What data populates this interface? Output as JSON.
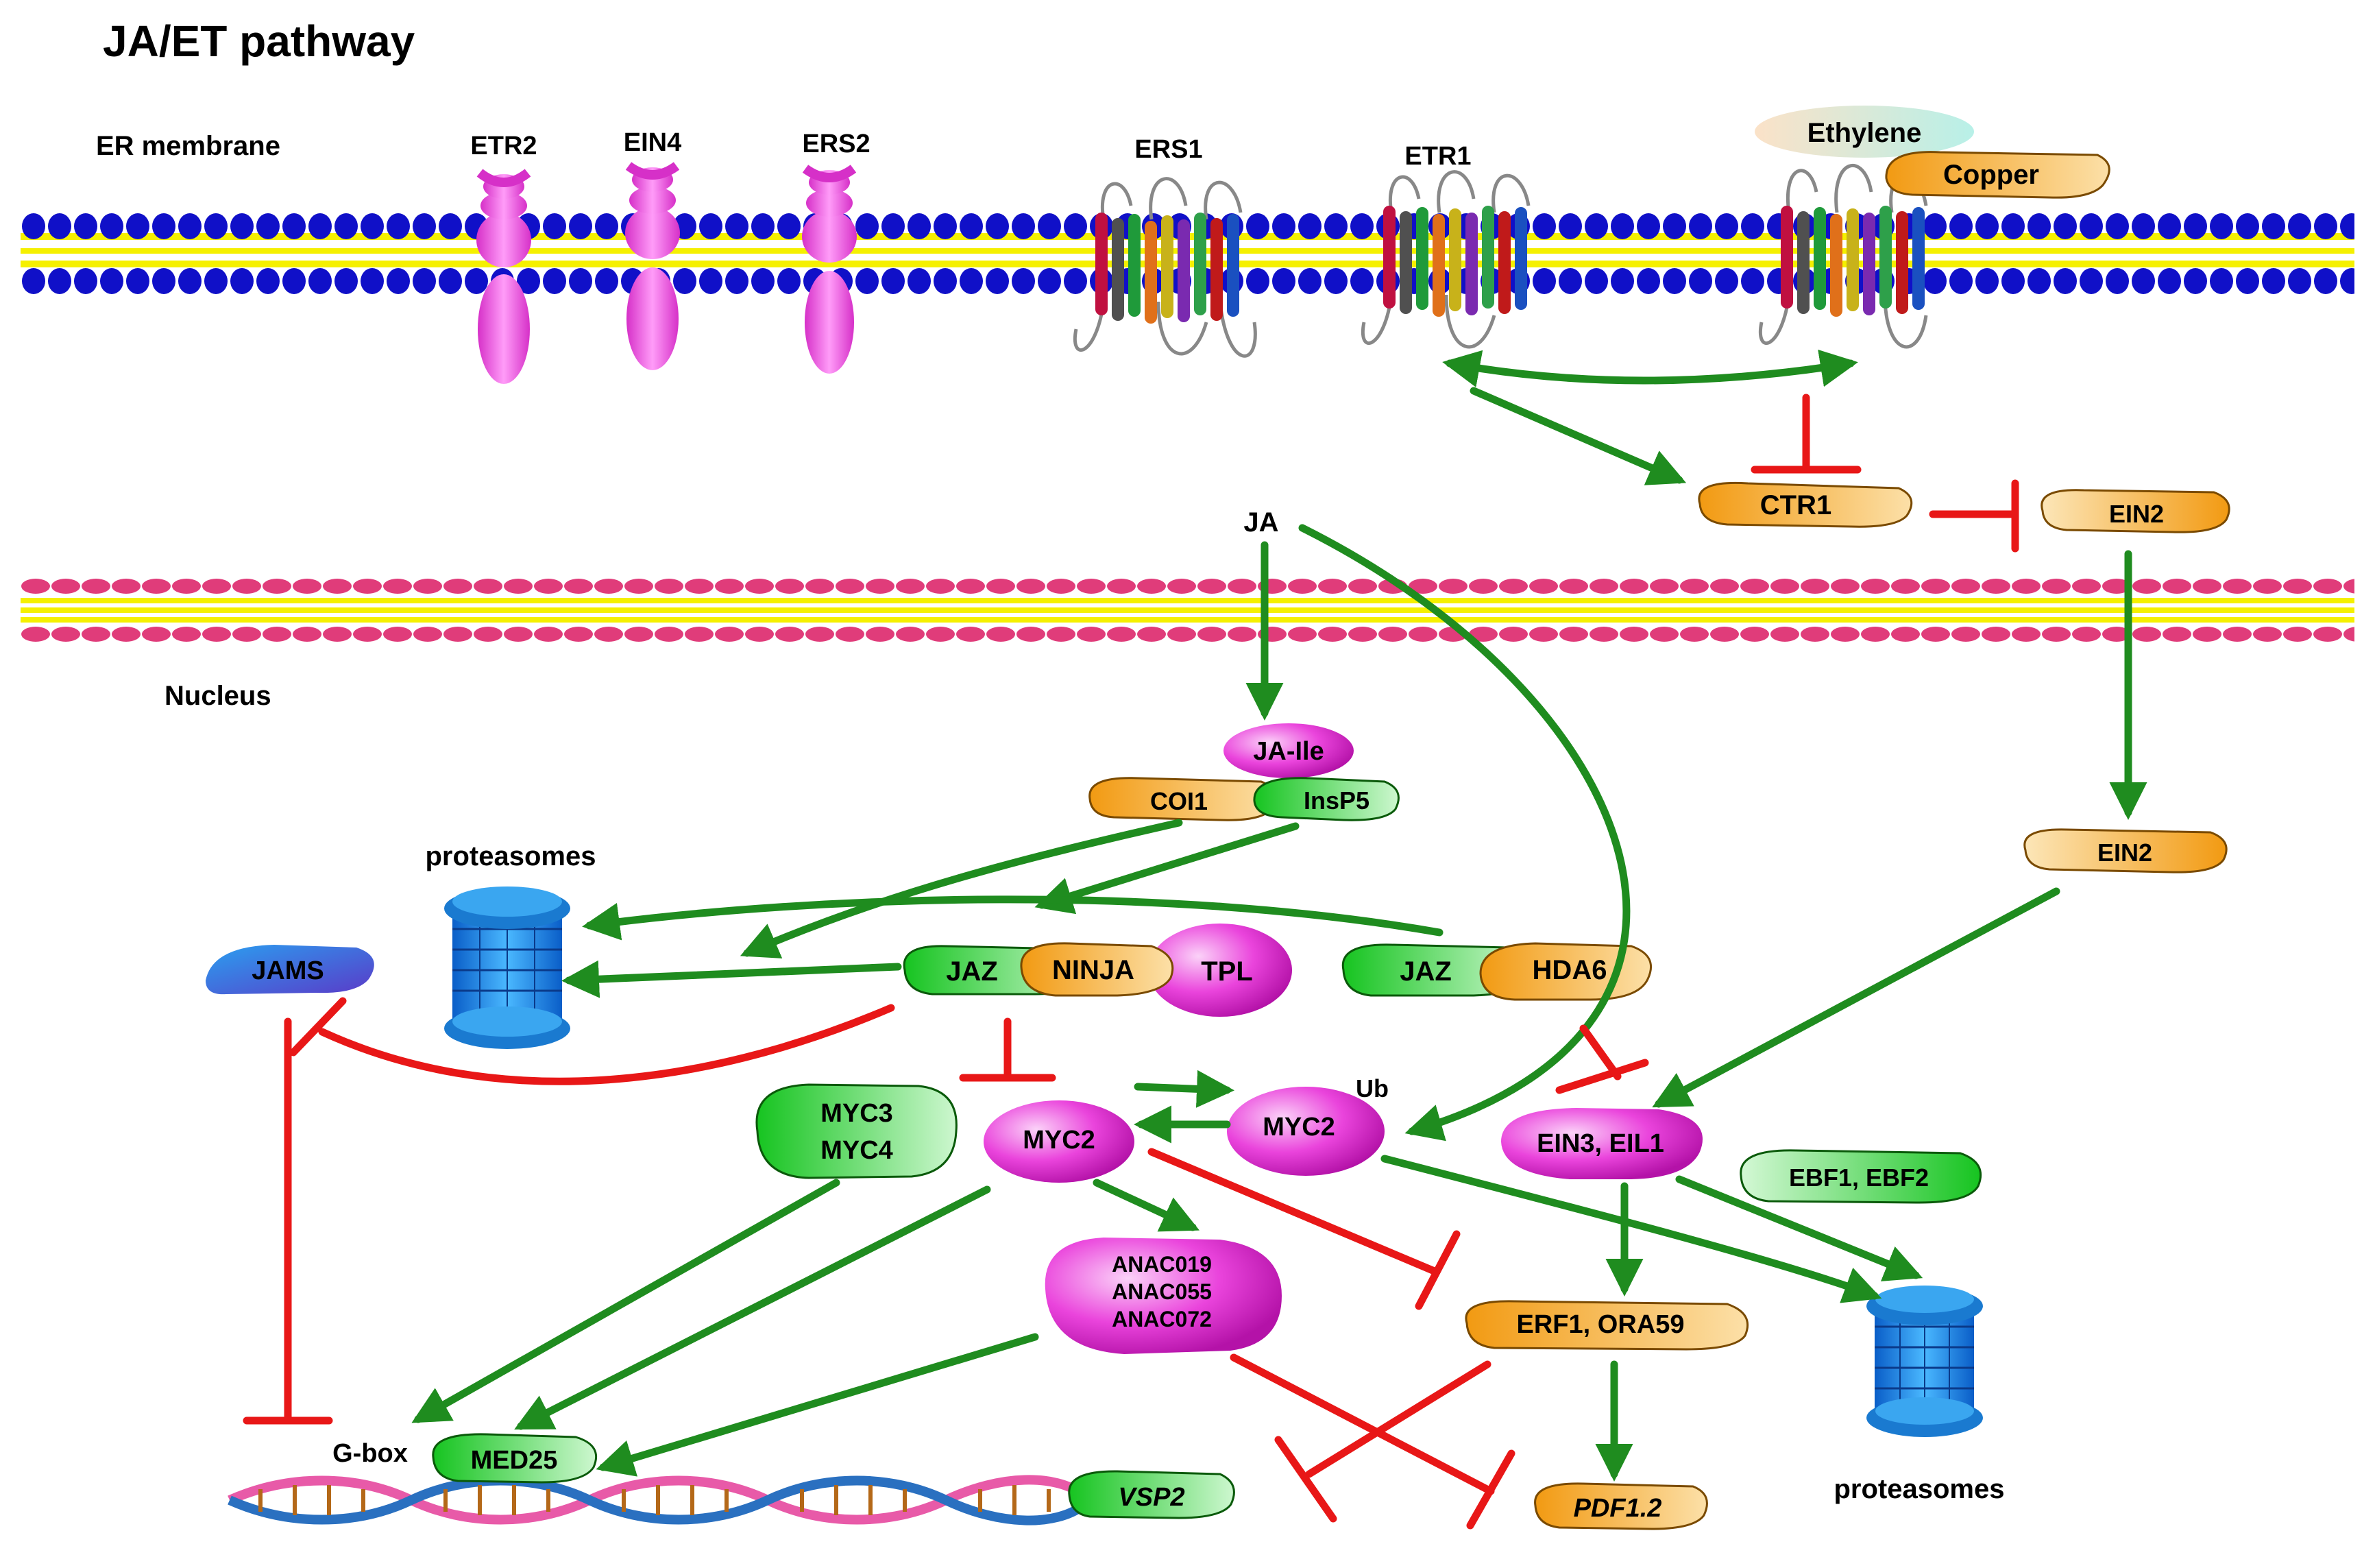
{
  "title": "JA/ET pathway",
  "regions": {
    "er_membrane": "ER membrane",
    "nucleus": "Nucleus"
  },
  "receptors": {
    "etr2": "ETR2",
    "ein4": "EIN4",
    "ers2": "ERS2",
    "ers1": "ERS1",
    "etr1": "ETR1"
  },
  "ligands": {
    "ethylene": "Ethylene",
    "copper": "Copper"
  },
  "nodes": {
    "ctr1": "CTR1",
    "ein2_top": "EIN2",
    "ein2_bottom": "EIN2",
    "ja": "JA",
    "ja_ile": "JA-Ile",
    "coi1": "COI1",
    "insp5": "InsP5",
    "proteasomes_top": "proteasomes",
    "proteasomes_bottom": "proteasomes",
    "jams": "JAMS",
    "jaz_1": "JAZ",
    "ninja": "NINJA",
    "tpl": "TPL",
    "jaz_2": "JAZ",
    "hda6": "HDA6",
    "myc3": "MYC3",
    "myc4": "MYC4",
    "myc2_left": "MYC2",
    "myc2_right": "MYC2",
    "ub": "Ub",
    "ein3_eil1": "EIN3, EIL1",
    "ebf1_ebf2": "EBF1, EBF2",
    "anac019": "ANAC019",
    "anac055": "ANAC055",
    "anac072": "ANAC072",
    "erf1_ora59": "ERF1, ORA59",
    "g_box": "G-box",
    "med25": "MED25",
    "vsp2": "VSP2",
    "pdf12": "PDF1.2"
  },
  "colors": {
    "activation": "#1f8c1f",
    "inhibition": "#e81717",
    "membrane_head": "#1010c8",
    "nuclear_head": "#e03c7a",
    "tail": "#f5f000",
    "receptor": "#f04ce8",
    "protein_orange": "#f4a21e",
    "protein_green": "#24d02e",
    "protein_magenta": "#e838d8",
    "protein_blue": "#2a64d8",
    "proteasome": "#1a8ae8"
  }
}
